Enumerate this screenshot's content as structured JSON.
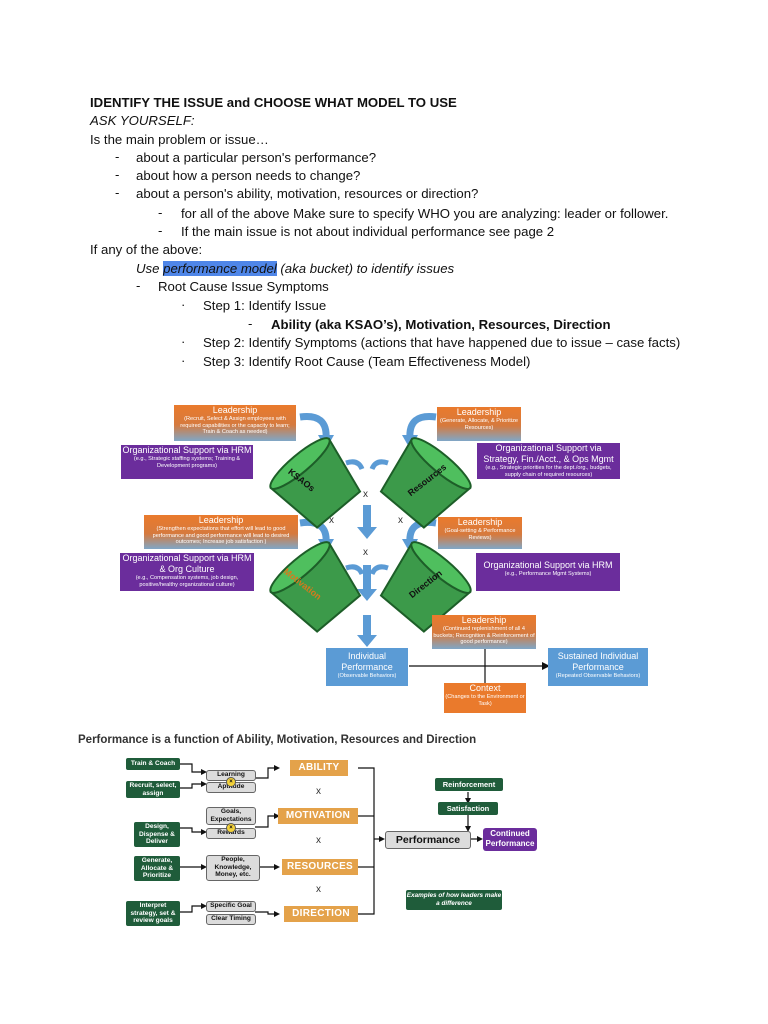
{
  "doc": {
    "heading": "IDENTIFY THE ISSUE and CHOOSE WHAT MODEL TO USE",
    "ask": "ASK YOURSELF:",
    "main_q": "Is the main problem or issue…",
    "q1": "about a particular person's performance?",
    "q2": "about how a person needs to change?",
    "q3": "about a person's ability, motivation, resources or direction?",
    "sub1": "for all of the above Make sure to specify WHO  you are analyzing: leader or follower.",
    "sub2": "If the main issue is not about individual performance see page 2",
    "if_any": "If any of the above:",
    "use_pre": "Use ",
    "use_hl": "performance model",
    "use_post": " (aka bucket) to identify issues",
    "root": "Root Cause Issue Symptoms",
    "step1": "Step 1: Identify Issue",
    "step1_sub": "Ability (aka KSAO’s), Motivation, Resources, Direction",
    "step2": "Step 2: Identify Symptoms (actions that have happened due to issue – case facts)",
    "step3": "Step 3: Identify Root Cause (Team Effectiveness Model)",
    "dash": "-",
    "dot": "·"
  },
  "fig1": {
    "lead1_h": "Leadership",
    "lead1_s": "(Recruit, Select & Assign employees with required capabilities or the capacity to learn; Train & Coach as needed)",
    "lead2_h": "Leadership",
    "lead2_s": "(Generate, Allocate, & Prioritize Resources)",
    "hrm1_h": "Organizational Support via HRM",
    "hrm1_s": "(e.g., Strategic staffing systems; Training & Development programs)",
    "strat_h": "Organizational Support via Strategy, Fin./Acct., & Ops Mgmt",
    "strat_s": "(e.g., Strategic priorities for the dept./org., budgets, supply chain of required resources)",
    "lead3_h": "Leadership",
    "lead3_s": "(Strengthen expectations that effort will lead to good performance and good performance will lead to desired outcomes; Increase job satisfaction )",
    "lead4_h": "Leadership",
    "lead4_s": "(Goal-setting & Performance Reviews)",
    "hrm2_h": "Organizational Support via HRM & Org Culture",
    "hrm2_s": "(e.g., Compensation systems, job design, positive/healthy organizational culture)",
    "hrm3_h": "Organizational Support via HRM",
    "hrm3_s": "(e.g., Performance Mgmt Systems)",
    "bucket1": "KSAOs",
    "bucket2": "Resources",
    "bucket3": "Motivation",
    "bucket4": "Direction",
    "x": "x",
    "lead5_h": "Leadership",
    "lead5_s": "(Continued replenishment of all 4 buckets; Recognition & Reinforcement of good performance)",
    "ind_h": "Individual Performance",
    "ind_s": "(Observable Behaviors)",
    "sus_h": "Sustained Individual Performance",
    "sus_s": "(Repeated Observable Behaviors)",
    "ctx_h": "Context",
    "ctx_s": "(Changes to the Environment or Task)"
  },
  "fig2": {
    "title": "Performance is a function of Ability, Motivation, Resources and Direction",
    "train": "Train & Coach",
    "recruit": "Recruit, select, assign",
    "design": "Design, Dispense & Deliver",
    "generate": "Generate, Allocate & Prioritize",
    "interpret": "Interpret strategy, set & review goals",
    "learning": "Learning",
    "aptitude": "Aptitude",
    "goals": "Goals, Expectations",
    "rewards": "Rewards",
    "people": "People, Knowledge, Money, etc.",
    "specific": "Specific Goal",
    "clear": "Clear Timing",
    "ability": "ABILITY",
    "motivation": "MOTIVATION",
    "resources": "RESOURCES",
    "direction": "DIRECTION",
    "x": "x",
    "performance": "Performance",
    "continued": "Continued Performance",
    "reinforcement": "Reinforcement",
    "satisfaction": "Satisfaction",
    "examples": "Examples of how leaders make a difference"
  }
}
